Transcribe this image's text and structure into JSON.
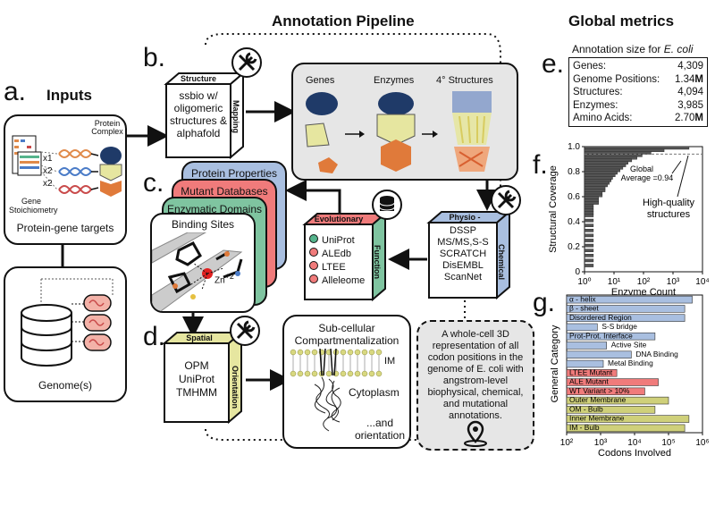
{
  "headers": {
    "pipeline": "Annotation Pipeline",
    "metrics": "Global metrics",
    "inputs": "Inputs"
  },
  "panels": {
    "a": "a.",
    "b": "b.",
    "c": "c.",
    "d": "d.",
    "e": "e.",
    "f": "f.",
    "g": "g."
  },
  "inputs": {
    "protein_complex": "Protein Complex",
    "multipliers": [
      "x1",
      "x2",
      "x2"
    ],
    "gene_stoichiometry": "Gene Stoichiometry",
    "targets_label": "Protein-gene targets",
    "genomes_label": "Genome(s)"
  },
  "structure_box": {
    "top_tag": "Structure",
    "side_tag": "Mapping",
    "text": "ssbio w/ oligomeric structures & alphafold"
  },
  "gray_panel": {
    "genes": "Genes",
    "enzymes": "Enzymes",
    "structures": "4° Structures"
  },
  "physio_box": {
    "top_tag": "Physio -",
    "side_tag": "Chemical",
    "tools": [
      "DSSP",
      "MS/MS,S-S",
      "SCRATCH",
      "DisEMBL",
      "ScanNet"
    ]
  },
  "evol_box": {
    "top_tag": "Evolutionary",
    "side_tag": "Function",
    "items": [
      {
        "label": "UniProt",
        "color": "#55b48c"
      },
      {
        "label": "ALEdb",
        "color": "#f07b7b"
      },
      {
        "label": "LTEE",
        "color": "#f07b7b"
      },
      {
        "label": "Alleleome",
        "color": "#f07b7b"
      }
    ]
  },
  "stack": {
    "protein_properties": "Protein Properties",
    "mutant_databases": "Mutant Databases",
    "enzymatic_domains": "Enzymatic Domains",
    "binding_sites": "Binding Sites",
    "zn": "Zn",
    "zn_sup": "+2"
  },
  "spatial_box": {
    "top_tag": "Spatial",
    "side_tag": "Orientation",
    "tools": [
      "OPM",
      "UniProt",
      "TMHMM"
    ]
  },
  "subcell": {
    "title": "Sub-cellular Compartmentalization",
    "im": "IM",
    "cytoplasm": "Cytoplasm",
    "orientation": "...and orientation"
  },
  "wholecell": {
    "text": "A whole-cell 3D representation of all codon positions in the genome of E. coli with angstrom-level biophysical, chemical, and mutational annotations."
  },
  "metrics": {
    "title": "Annotation size for E. coli",
    "rows": [
      {
        "label": "Genes:",
        "value": "4,309"
      },
      {
        "label": "Genome Positions:",
        "value": "1.34M"
      },
      {
        "label": "Structures:",
        "value": "4,094"
      },
      {
        "label": "Enzymes:",
        "value": "3,985"
      },
      {
        "label": "Amino Acids:",
        "value": "2.70M"
      }
    ]
  },
  "chart_data": [
    {
      "type": "bar",
      "orientation": "horizontal",
      "ylabel": "Structural Coverage",
      "xlabel": "Enzyme Count",
      "xscale": "log",
      "xlim": [
        1,
        10000
      ],
      "ylim": [
        0,
        1.0
      ],
      "xticks": [
        "10⁰",
        "10¹",
        "10²",
        "10³",
        "10⁴"
      ],
      "yticks": [
        "0",
        "0.2",
        "0.4",
        "0.6",
        "0.8",
        "1.0"
      ],
      "annotation_avg": "Global Average =0.94",
      "annotation_hq": "High-quality structures",
      "bins": [
        {
          "y": 0.99,
          "count": 3500
        },
        {
          "y": 0.97,
          "count": 500
        },
        {
          "y": 0.95,
          "count": 180
        },
        {
          "y": 0.93,
          "count": 90
        },
        {
          "y": 0.91,
          "count": 60
        },
        {
          "y": 0.89,
          "count": 40
        },
        {
          "y": 0.87,
          "count": 30
        },
        {
          "y": 0.85,
          "count": 25
        },
        {
          "y": 0.83,
          "count": 20
        },
        {
          "y": 0.81,
          "count": 16
        },
        {
          "y": 0.79,
          "count": 13
        },
        {
          "y": 0.77,
          "count": 11
        },
        {
          "y": 0.75,
          "count": 9
        },
        {
          "y": 0.73,
          "count": 8
        },
        {
          "y": 0.71,
          "count": 7
        },
        {
          "y": 0.69,
          "count": 6
        },
        {
          "y": 0.67,
          "count": 5
        },
        {
          "y": 0.65,
          "count": 5
        },
        {
          "y": 0.63,
          "count": 4
        },
        {
          "y": 0.61,
          "count": 4
        },
        {
          "y": 0.59,
          "count": 3
        },
        {
          "y": 0.57,
          "count": 3
        },
        {
          "y": 0.55,
          "count": 3
        },
        {
          "y": 0.53,
          "count": 2
        },
        {
          "y": 0.51,
          "count": 2
        },
        {
          "y": 0.49,
          "count": 2
        },
        {
          "y": 0.47,
          "count": 2
        },
        {
          "y": 0.45,
          "count": 2
        },
        {
          "y": 0.41,
          "count": 2
        },
        {
          "y": 0.37,
          "count": 2
        },
        {
          "y": 0.33,
          "count": 2
        },
        {
          "y": 0.29,
          "count": 2
        },
        {
          "y": 0.25,
          "count": 2
        },
        {
          "y": 0.21,
          "count": 2
        },
        {
          "y": 0.17,
          "count": 2
        },
        {
          "y": 0.13,
          "count": 2
        },
        {
          "y": 0.09,
          "count": 2
        },
        {
          "y": 0.05,
          "count": 2
        }
      ]
    },
    {
      "type": "bar",
      "orientation": "horizontal",
      "ylabel": "General Category",
      "xlabel": "Codons Involved",
      "xscale": "log",
      "xlim": [
        100,
        1000000
      ],
      "xticks": [
        "10²",
        "10³",
        "10⁴",
        "10⁵",
        "10⁶"
      ],
      "categories": [
        {
          "label": "α - helix",
          "value": 500000,
          "color": "#a9bfe0",
          "inside": true
        },
        {
          "label": "β - sheet",
          "value": 300000,
          "color": "#a9bfe0",
          "inside": true
        },
        {
          "label": "Disordered Region",
          "value": 300000,
          "color": "#a9bfe0",
          "inside": true
        },
        {
          "label": "S-S bridge",
          "value": 800,
          "color": "#a9bfe0",
          "inside": false
        },
        {
          "label": "Prot-Prot. Interface",
          "value": 40000,
          "color": "#a9bfe0",
          "inside": true
        },
        {
          "label": "Active Site",
          "value": 1500,
          "color": "#a9bfe0",
          "inside": false
        },
        {
          "label": "DNA Binding",
          "value": 8000,
          "color": "#a9bfe0",
          "inside": false
        },
        {
          "label": "Metal Binding",
          "value": 1200,
          "color": "#a9bfe0",
          "inside": false
        },
        {
          "label": "LTEE Mutant",
          "value": 3000,
          "color": "#f07b7b",
          "inside": true
        },
        {
          "label": "ALE Mutant",
          "value": 50000,
          "color": "#f07b7b",
          "inside": true
        },
        {
          "label": "WT Variant > 10%",
          "value": 20000,
          "color": "#f07b7b",
          "inside": true
        },
        {
          "label": "Outer Membrane",
          "value": 100000,
          "color": "#cfd07a",
          "inside": true
        },
        {
          "label": "OM - Bulb",
          "value": 40000,
          "color": "#cfd07a",
          "inside": true
        },
        {
          "label": "Inner Membrane",
          "value": 400000,
          "color": "#cfd07a",
          "inside": true
        },
        {
          "label": "IM - Bulb",
          "value": 300000,
          "color": "#cfd07a",
          "inside": true
        }
      ]
    }
  ]
}
